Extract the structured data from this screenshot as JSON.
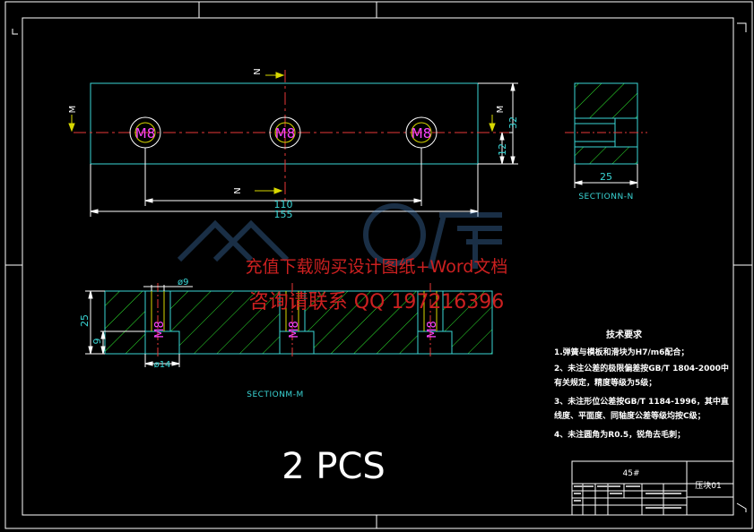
{
  "views": {
    "top": {
      "holes": [
        "M8",
        "M8",
        "M8"
      ],
      "dim_length": "155",
      "dim_pitch": "110",
      "dim_height": "32",
      "dim_offset": "12",
      "section_mark_m": "M",
      "section_mark_n": "N"
    },
    "section_n": {
      "title": "SECTIONN-N",
      "dim_width": "25"
    },
    "section_m": {
      "title": "SECTIONM-M",
      "holes": [
        "M8",
        "M8",
        "M8"
      ],
      "dim_height": "25",
      "dim_counterbore": "9",
      "dim_hole_dia": "ø9",
      "dim_cb_dia": "ø14"
    }
  },
  "watermark": {
    "line1": "充值下载购买设计图纸+Word文档",
    "line2": "咨询请联系  QQ 197216396"
  },
  "quantity": "2 PCS",
  "tech_requirements": {
    "title": "技术要求",
    "items": [
      "1.弹簧与模板和滑块为H7/m6配合；",
      "2、未注公差的极限偏差按GB/T 1804-2000中",
      "   有关规定，精度等级为5级；",
      "3、未注形位公差按GB/T 1184-1996，其中直",
      "   线度、平面度、同轴度公差等级均按C级；",
      "4、未注圆角为R0.5，锐角去毛刺；"
    ]
  },
  "title_block": {
    "material": "45#",
    "part_name": "压块01"
  }
}
